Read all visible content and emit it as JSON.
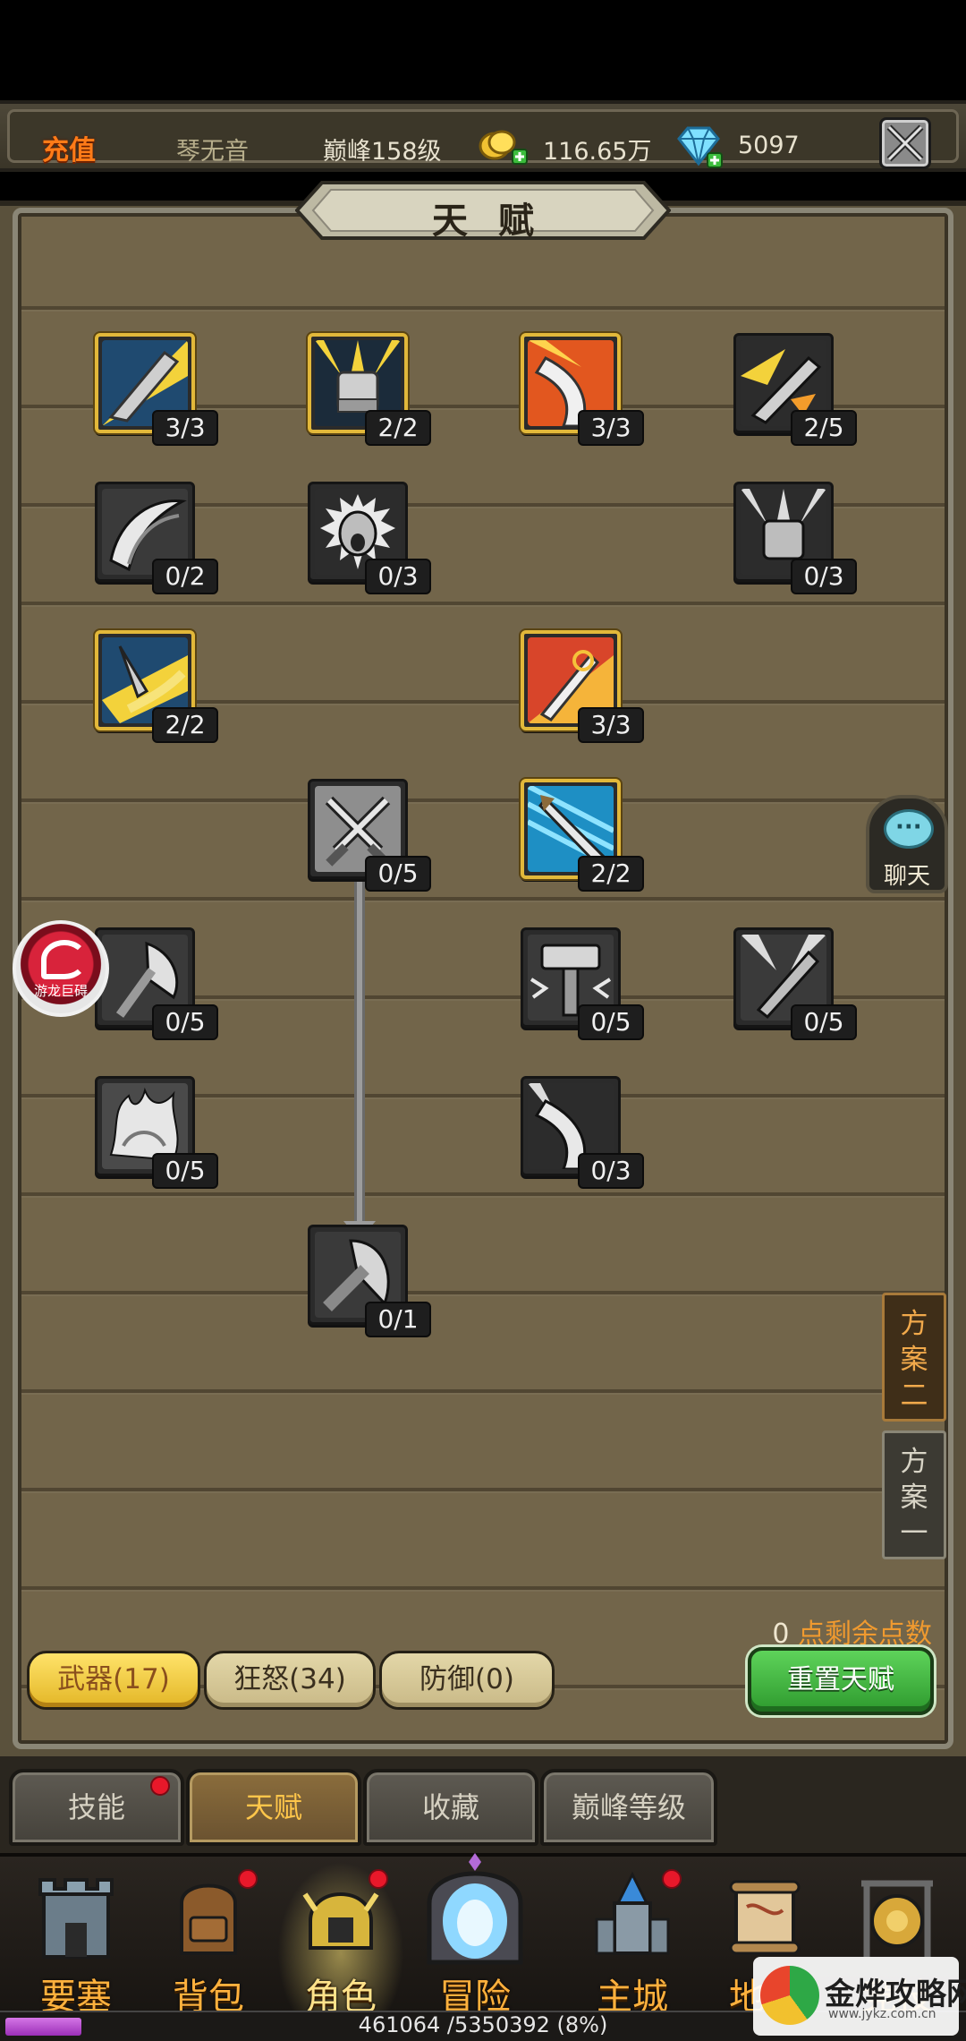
{
  "topbar": {
    "recharge": "充值",
    "player_name": "琴无音",
    "peak_level": "巅峰158级",
    "gold": "116.65万",
    "gems": "5097"
  },
  "panel": {
    "title": "天赋"
  },
  "talents": [
    {
      "count": "3/3",
      "active": true
    },
    {
      "count": "2/2",
      "active": true
    },
    {
      "count": "3/3",
      "active": true
    },
    {
      "count": "2/5",
      "active": false
    },
    {
      "count": "0/2",
      "active": false
    },
    {
      "count": "0/3",
      "active": false
    },
    {
      "count": "0/3",
      "active": false
    },
    {
      "count": "2/2",
      "active": true
    },
    {
      "count": "3/3",
      "active": true
    },
    {
      "count": "0/5",
      "active": false
    },
    {
      "count": "2/2",
      "active": true
    },
    {
      "count": "0/5",
      "active": false
    },
    {
      "count": "0/5",
      "active": false
    },
    {
      "count": "0/5",
      "active": false
    },
    {
      "count": "0/5",
      "active": false
    },
    {
      "count": "0/3",
      "active": false
    },
    {
      "count": "0/1",
      "active": false
    }
  ],
  "chat": {
    "label": "聊天"
  },
  "plans": {
    "plan2": "方案二",
    "plan1": "方案一"
  },
  "badge": {
    "text": "游龙巨碍"
  },
  "points": {
    "value": "0",
    "label": "点剩余点数"
  },
  "categories": {
    "weapon": "武器(17)",
    "rage": "狂怒(34)",
    "defense": "防御(0)"
  },
  "reset_label": "重置天赋",
  "subtabs": {
    "skills": "技能",
    "talents": "天赋",
    "collection": "收藏",
    "peak": "巅峰等级"
  },
  "nav": {
    "fortress": "要塞",
    "backpack": "背包",
    "character": "角色",
    "adventure": "冒险",
    "main_city": "主城",
    "map": "地图",
    "arena": "竞技"
  },
  "exp": {
    "text": "461064 /5350392 (8%)",
    "fraction": 0.08
  },
  "watermark": {
    "text": "金烨攻略网",
    "sub": "www.jykz.com.cn"
  }
}
